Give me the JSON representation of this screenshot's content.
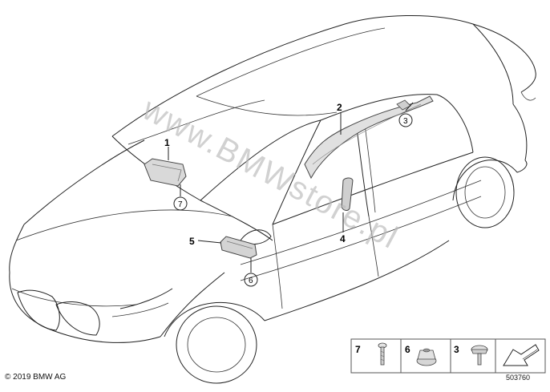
{
  "watermark": "www.BMWstore.pl",
  "copyright": "© 2019 BMW AG",
  "doc_number": "503760",
  "callouts": {
    "c1": "1",
    "c2": "2",
    "c3": "3",
    "c4": "4",
    "c5": "5",
    "c6": "6",
    "c7": "7"
  },
  "legend": {
    "item7": "7",
    "item6": "6",
    "item3": "3"
  }
}
